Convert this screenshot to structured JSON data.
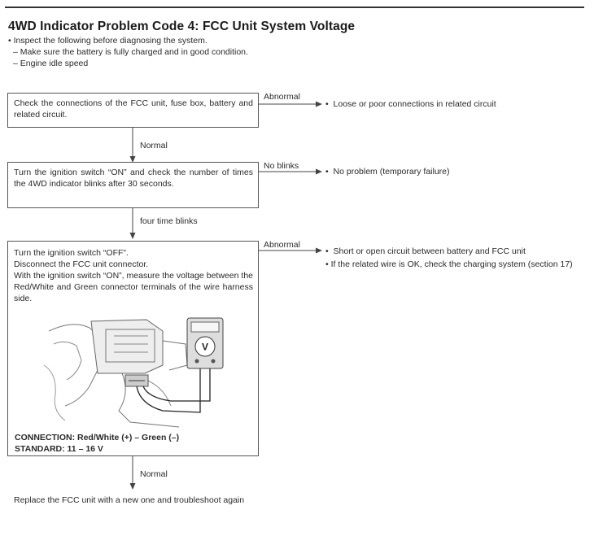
{
  "title": "4WD Indicator Problem Code 4: FCC Unit System Voltage",
  "intro": [
    "• Inspect the following before diagnosing the system.",
    "– Make sure the battery is fully charged and in good condition.",
    "– Engine idle speed"
  ],
  "step1": {
    "text": "Check the connections of the FCC unit, fuse box, battery and related circuit.",
    "branch_label": "Abnormal",
    "branch_result": "Loose or poor connections in related circuit",
    "next_label": "Normal"
  },
  "step2": {
    "text": "Turn the ignition switch “ON” and check the number of times the 4WD indicator blinks after 30 seconds.",
    "branch_label": "No blinks",
    "branch_result": "No problem (temporary failure)",
    "next_label": "four time blinks"
  },
  "step3": {
    "lines": [
      "Turn the ignition switch “OFF”.",
      "Disconnect the FCC unit connector.",
      "With the ignition switch “ON”, measure the voltage between the Red/White and Green connector terminals of the wire harness side."
    ],
    "connection": "CONNECTION: Red/White (+) – Green (–)",
    "standard": "STANDARD: 11 – 16 V",
    "meter_symbol": "V",
    "branch_label": "Abnormal",
    "branch_results": [
      "Short or open circuit between battery and FCC unit",
      "If the related wire is OK, check the charging system (section 17)"
    ],
    "next_label": "Normal"
  },
  "final_step": "Replace the FCC unit with a new one and troubleshoot again",
  "icons": [
    "voltmeter-icon",
    "bullet-icon",
    "arrow-right-icon",
    "arrow-down-icon"
  ]
}
